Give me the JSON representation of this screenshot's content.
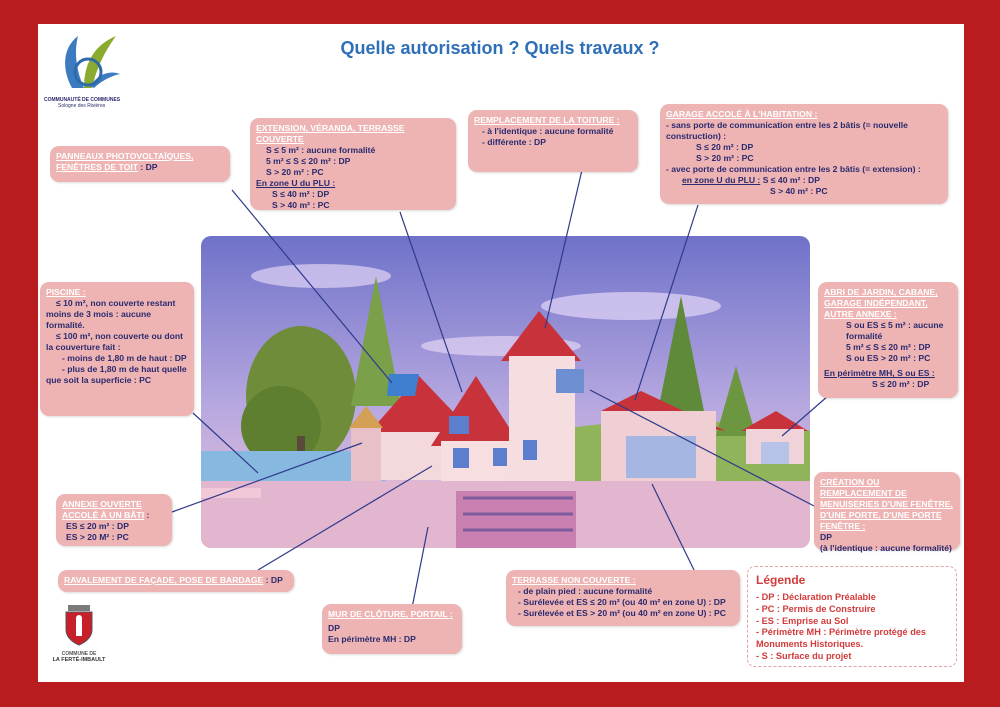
{
  "page": {
    "title": "Quelle autorisation ? Quels travaux ?"
  },
  "logos": {
    "top_left_line1": "COMMUNAUTÉ DE COMMUNES",
    "top_left_line2": "Sologne des Rivières",
    "bottom_left_line1": "COMMUNE DE",
    "bottom_left_line2": "LA FERTÉ-IMBAULT"
  },
  "boxes": {
    "panneaux": {
      "header": "Panneaux photovoltaïques, fenêtres de toit",
      "tail": " : DP"
    },
    "extension": {
      "header": "Extension, véranda, terrasse couverte",
      "lines": [
        "S ≤ 5 m² : aucune formalité",
        "5 m² ≤ S ≤ 20 m² : DP",
        "S > 20 m² : PC"
      ],
      "zone": "En zone U du PLU :",
      "zone_lines": [
        "S ≤ 40 m² : DP",
        "S > 40 m² : PC"
      ]
    },
    "toiture": {
      "header": "Remplacement de la toiture :",
      "lines": [
        "- à l'identique : aucune formalité",
        "- différente : DP"
      ]
    },
    "garage": {
      "header": "Garage accolé à l'habitation :",
      "line1": "- sans porte de communication entre les 2 bâtis (= nouvelle construction) :",
      "line2": "S ≤ 20 m² : DP",
      "line3": "S > 20 m² : PC",
      "line4": "- avec porte de communication entre les 2 bâtis (= extension) :",
      "zone": "en zone U du PLU :",
      "line5": "S ≤ 40 m² : DP",
      "line6": "S > 40 m² : PC"
    },
    "piscine": {
      "header": "Piscine :",
      "line1": "≤ 10 m², non couverte restant moins de 3 mois : aucune formalité.",
      "line2": "≤ 100 m², non couverte ou dont la couverture fait :",
      "line3": "- moins de 1,80 m de haut : DP",
      "line4": "- plus de 1,80 m de haut quelle que soit la superficie : PC"
    },
    "abri": {
      "header": "Abri de jardin, cabane, garage indépendant, autre annexe :",
      "lines": [
        "S ou ES ≤ 5 m² : aucune formalité",
        "5 m² ≤ S ≤ 20 m² : DP",
        "S ou ES > 20 m² : PC"
      ],
      "mh": "En périmètre MH, S ou ES :",
      "mh_line": "S ≤ 20 m² : DP"
    },
    "annexe": {
      "header": "Annexe ouverte accolé à un bâti",
      "tail": " :",
      "lines": [
        "ES ≤ 20 m² : DP",
        "ES > 20 M² : PC"
      ]
    },
    "menuiseries": {
      "header": "Création ou remplacement de menuiseries d'une fenêtre, d'une porte, d'une porte fenêtre :",
      "lines": [
        "DP",
        "(à l'identique : aucune formalité)"
      ]
    },
    "ravalement": {
      "header": "Ravalement de façade, pose de bardage",
      "tail": " : DP"
    },
    "mur": {
      "header": "Mur de clôture, portail :",
      "lines": [
        "DP",
        "En périmètre MH : DP"
      ]
    },
    "terrasse": {
      "header": "Terrasse non couverte :",
      "lines": [
        "- de plain pied : aucune formalité",
        "- Surélevée et ES ≤ 20 m² (ou 40 m² en zone U) : DP",
        "- Surélevée et ES > 20 m² (ou 40 m² en zone U) : PC"
      ]
    }
  },
  "legend": {
    "title": "Légende",
    "items": [
      "- DP : Déclaration Préalable",
      "- PC : Permis de Construire",
      "- ES : Emprise au Sol",
      "- Périmètre MH : Périmètre  protégé des Monuments Historiques.",
      "- S : Surface du projet"
    ]
  },
  "colors": {
    "frame": "#b81c1f",
    "box_bg": "#eeb4b4",
    "title": "#2e6fb8",
    "legend_text": "#d23b3b",
    "connector": "#2f3a8a"
  }
}
